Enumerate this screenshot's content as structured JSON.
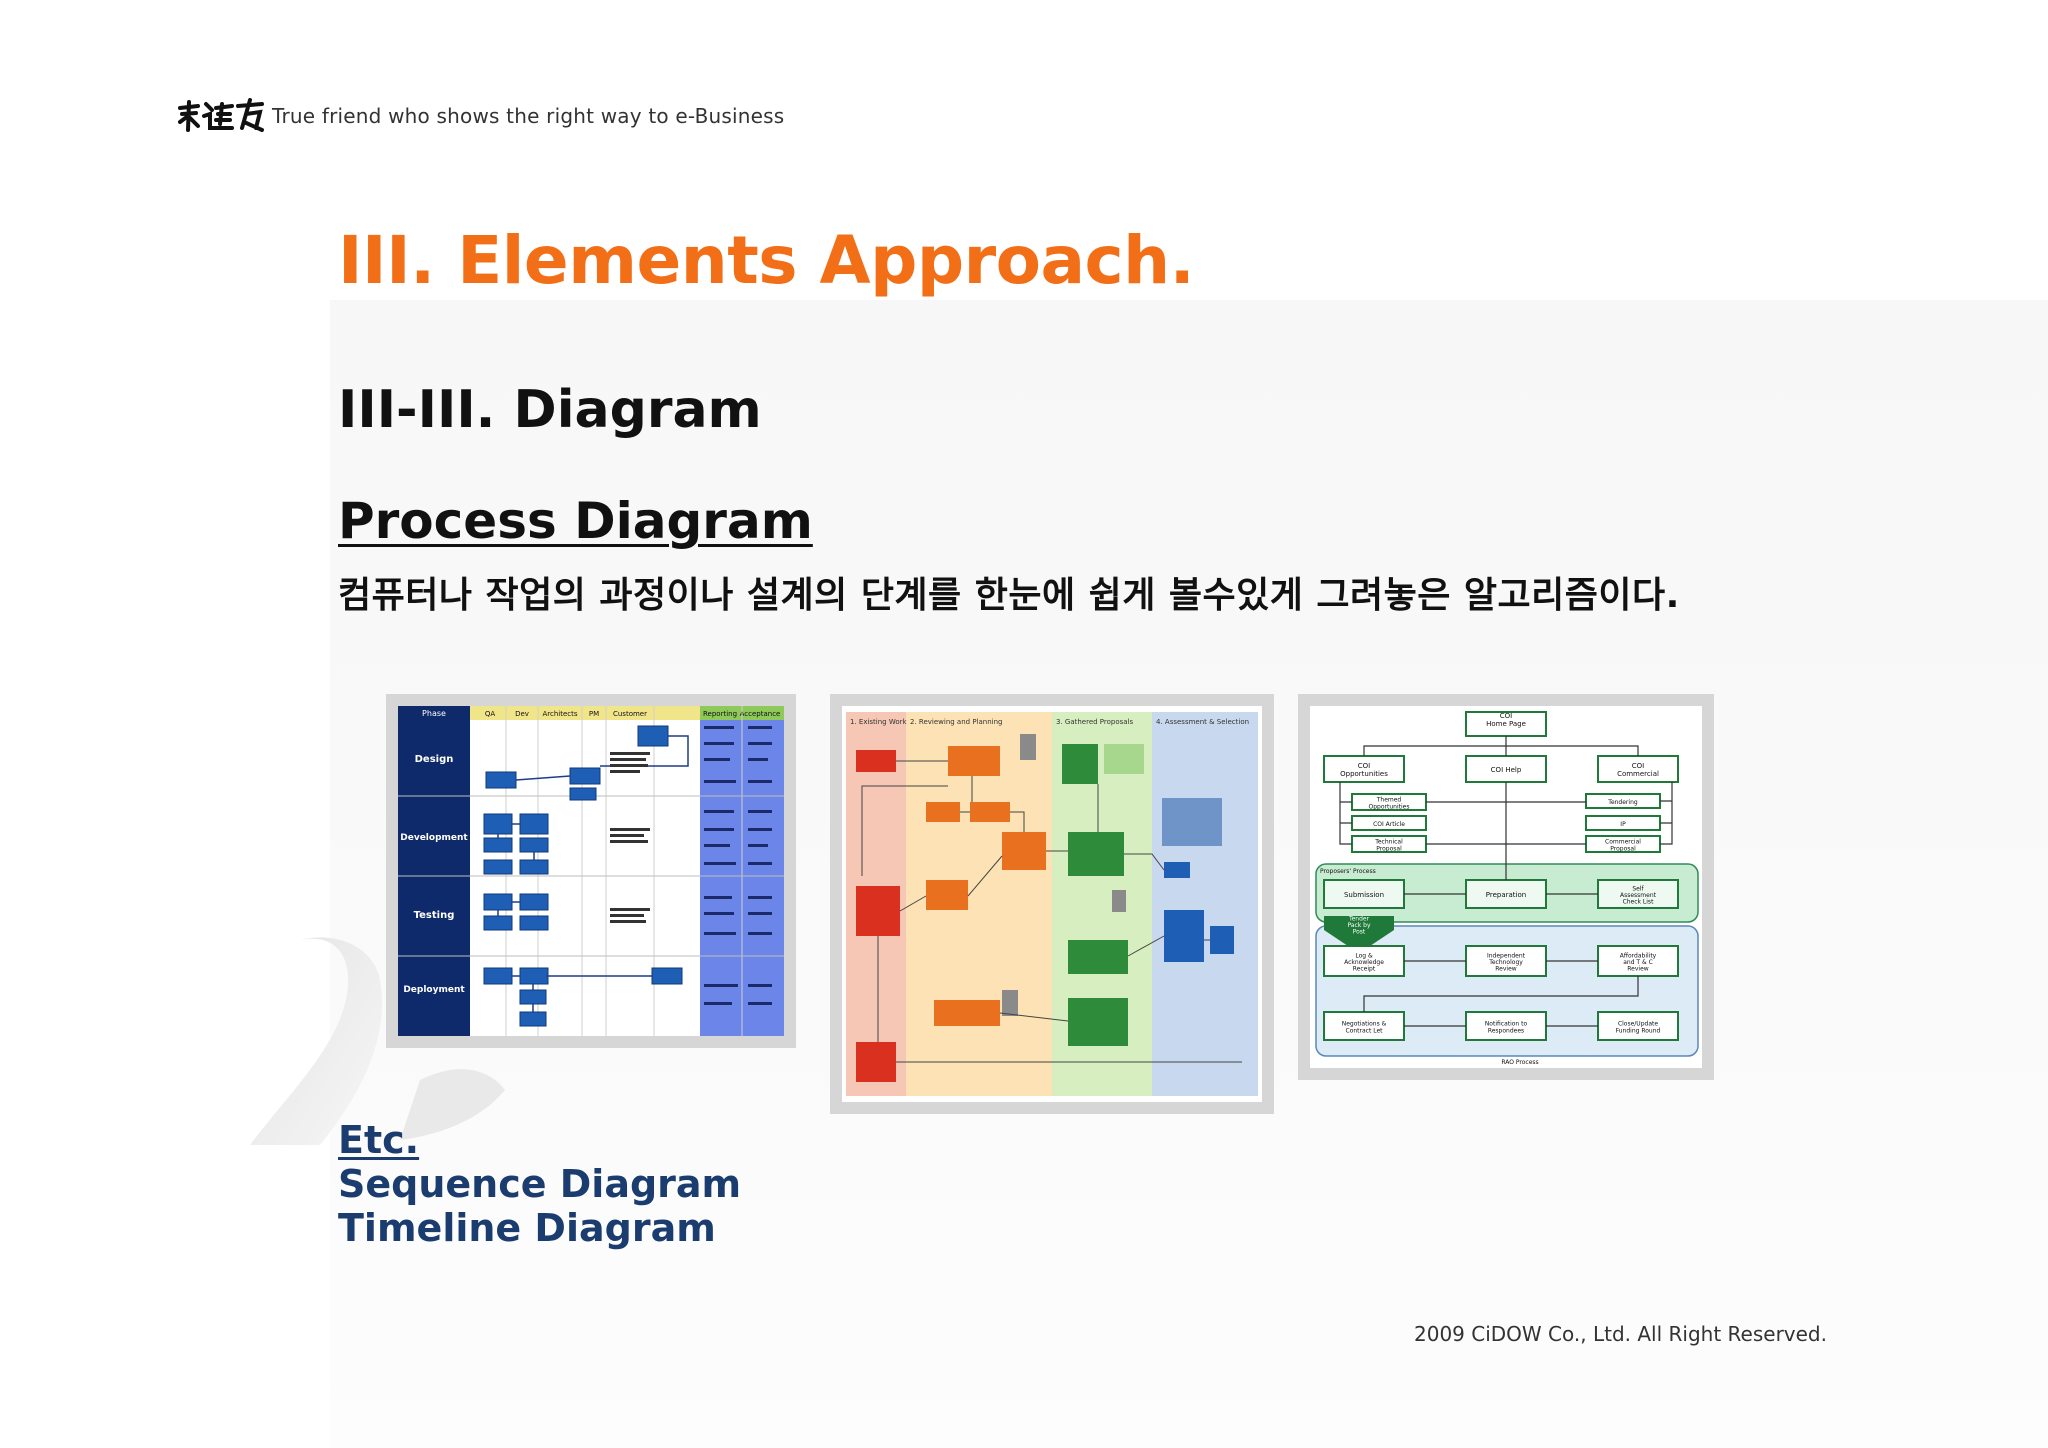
{
  "header": {
    "tagline": "True friend who shows the right way to e-Business"
  },
  "slide": {
    "title": "III. Elements Approach.",
    "subtitle": "III-III. Diagram",
    "section_heading": "Process Diagram",
    "description": "컴퓨터나 작업의 과정이나 설계의 단계를 한눈에 쉽게 볼수있게 그려놓은 알고리즘이다."
  },
  "diagram1": {
    "header": [
      "Phase",
      "QA",
      "Dev",
      "Architects",
      "PM",
      "Customer",
      "Reporting",
      "Acceptance"
    ],
    "phases": [
      "Design",
      "Development",
      "Testing",
      "Deployment"
    ]
  },
  "diagram2": {
    "columns": [
      "1. Existing Work",
      "2. Reviewing and Planning",
      "3. Gathered Proposals",
      "4. Assessment & Selection"
    ]
  },
  "diagram3": {
    "home": "COI\nHome Page",
    "opportunities": "COI\nOpportunities",
    "help": "COI Help",
    "commercial": "COI\nCommercial",
    "themed": "Themed\nOpportunities",
    "article": "COI Article",
    "technical": "Technical\nProposal",
    "tendering": "Tendering",
    "ip": "IP",
    "commercial_proposal": "Commercial\nProposal",
    "proposers_process": "Proposers' Process",
    "submission": "Submission",
    "preparation": "Preparation",
    "self_assessment": "Self\nAssessment\nCheck List",
    "tender_pack": "Tender\nPack by\nPost",
    "log_ack": "Log &\nAcknowledge\nReceipt",
    "independent": "Independent\nTechnology\nReview",
    "affordability": "Affordability\nand T & C\nReview",
    "negotiations": "Negotiations &\nContract Let",
    "notification": "Notification to\nRespondees",
    "close": "Close/Update\nFunding Round",
    "rao": "RAO Process"
  },
  "etc": {
    "heading": "Etc.",
    "items": [
      "Sequence Diagram",
      "Timeline Diagram"
    ]
  },
  "footer": {
    "copyright": "2009 CiDOW Co., Ltd. All Right Reserved."
  },
  "colors": {
    "title_orange": "#f26f17",
    "etc_navy": "#1a3c6e",
    "diagram_navy": "#0f2a6b",
    "diagram_blue": "#1e5fb5",
    "diagram_green": "#2e8b3a",
    "diagram_orange": "#e8701e",
    "diagram_red": "#d9301f"
  }
}
